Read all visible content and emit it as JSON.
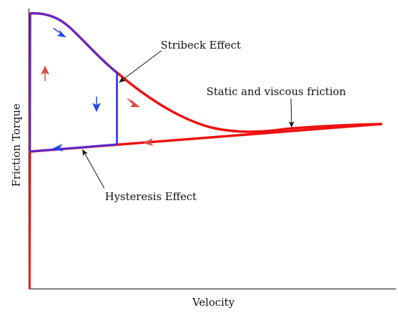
{
  "labels": {
    "stribeck": "Stribeck Effect",
    "static_viscous": "Static and viscous friction",
    "hysteresis": "Hysteresis Effect"
  },
  "axes": {
    "x_title": "Velocity",
    "y_title": "Friction Torque"
  },
  "colors": {
    "friction_curve": "#ee1111",
    "hysteresis_loop": "#2222dd",
    "overlap": "#5a2ad0",
    "red_arrow": "#d85040",
    "blue_arrow": "#2244ee",
    "pointer": "#111111",
    "axis": "#000000"
  }
}
